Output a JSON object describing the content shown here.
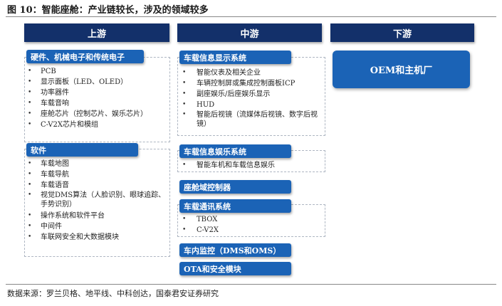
{
  "figure": {
    "title": "图 10：智能座舱：产业链较长，涉及的领域较多",
    "source": "数据来源：罗兰贝格、地平线、中科创达，国泰君安证券研究"
  },
  "columns": {
    "upstream": "上游",
    "midstream": "中游",
    "downstream": "下游"
  },
  "upstream": {
    "hardware": {
      "label": "硬件、机械电子和传统电子",
      "items": [
        "PCB",
        "显示面板（LED、OLED）",
        "功率器件",
        "车载音响",
        "座舱芯片（控制芯片、娱乐芯片）",
        "C-V2X芯片和模组"
      ]
    },
    "software": {
      "label": "软件",
      "items": [
        "车载地图",
        "车载导航",
        "车载语音",
        "视觉DMS算法（人脸识别、眼球追踪、手势识别）",
        "操作系统和软件平台",
        "中间件",
        "车联网安全和大数据模块"
      ]
    }
  },
  "midstream": {
    "display": {
      "label": "车载信息显示系统",
      "items": [
        "智能仪表及相关企业",
        "车辆控制屏或集成控制面板ICP",
        "副座娱乐/后座娱乐显示",
        "HUD",
        "智能后视镜（流媒体后视镜、数字后视镜）"
      ]
    },
    "entertainment": {
      "label": "车载信息娱乐系统",
      "items": [
        "智能车机和车载信息娱乐"
      ]
    },
    "domain_controller": {
      "label": "座舱域控制器"
    },
    "telematics": {
      "label": "车载通讯系统",
      "items": [
        "TBOX",
        "C-V2X"
      ]
    },
    "monitoring": {
      "label": "车内监控（DMS和OMS）"
    },
    "ota": {
      "label": "OTA和安全模块"
    }
  },
  "downstream": {
    "oem": {
      "label": "OEM和主机厂"
    }
  }
}
